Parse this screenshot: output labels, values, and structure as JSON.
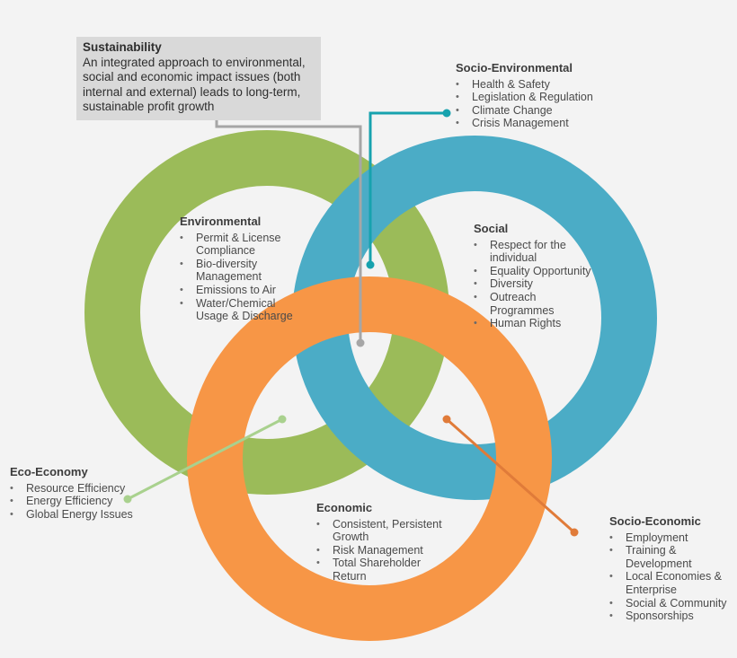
{
  "colors": {
    "environmental": "#9bbb59",
    "social": "#4bacc6",
    "economic": "#f79646",
    "eco_economy_line": "#a9d18e",
    "socio_environmental_line": "#17a2ae",
    "sustainability_line": "#a6a6a6",
    "socio_economic_line": "#e07b39"
  },
  "sustainability": {
    "title": "Sustainability",
    "body": "An integrated approach to environmental, social and economic impact issues (both internal and external) leads to long-term, sustainable profit growth"
  },
  "socio_environmental": {
    "title": "Socio-Environmental",
    "items": [
      "Health & Safety",
      "Legislation & Regulation",
      "Climate Change",
      "Crisis Management"
    ]
  },
  "environmental": {
    "title": "Environmental",
    "items": [
      "Permit & License Compliance",
      "Bio-diversity Management",
      "Emissions to Air",
      "Water/Chemical Usage & Discharge"
    ]
  },
  "social": {
    "title": "Social",
    "items": [
      "Respect for the individual",
      "Equality Opportunity",
      "Diversity",
      "Outreach Programmes",
      "Human Rights"
    ]
  },
  "eco_economy": {
    "title": "Eco-Economy",
    "items": [
      "Resource Efficiency",
      "Energy Efficiency",
      "Global Energy Issues"
    ]
  },
  "economic": {
    "title": "Economic",
    "items": [
      "Consistent, Persistent Growth",
      "Risk Management",
      "Total Shareholder Return"
    ]
  },
  "socio_economic": {
    "title": "Socio-Economic",
    "items": [
      "Employment",
      "Training & Development",
      "Local Economies & Enterprise",
      "Social & Community",
      "Sponsorships"
    ]
  }
}
